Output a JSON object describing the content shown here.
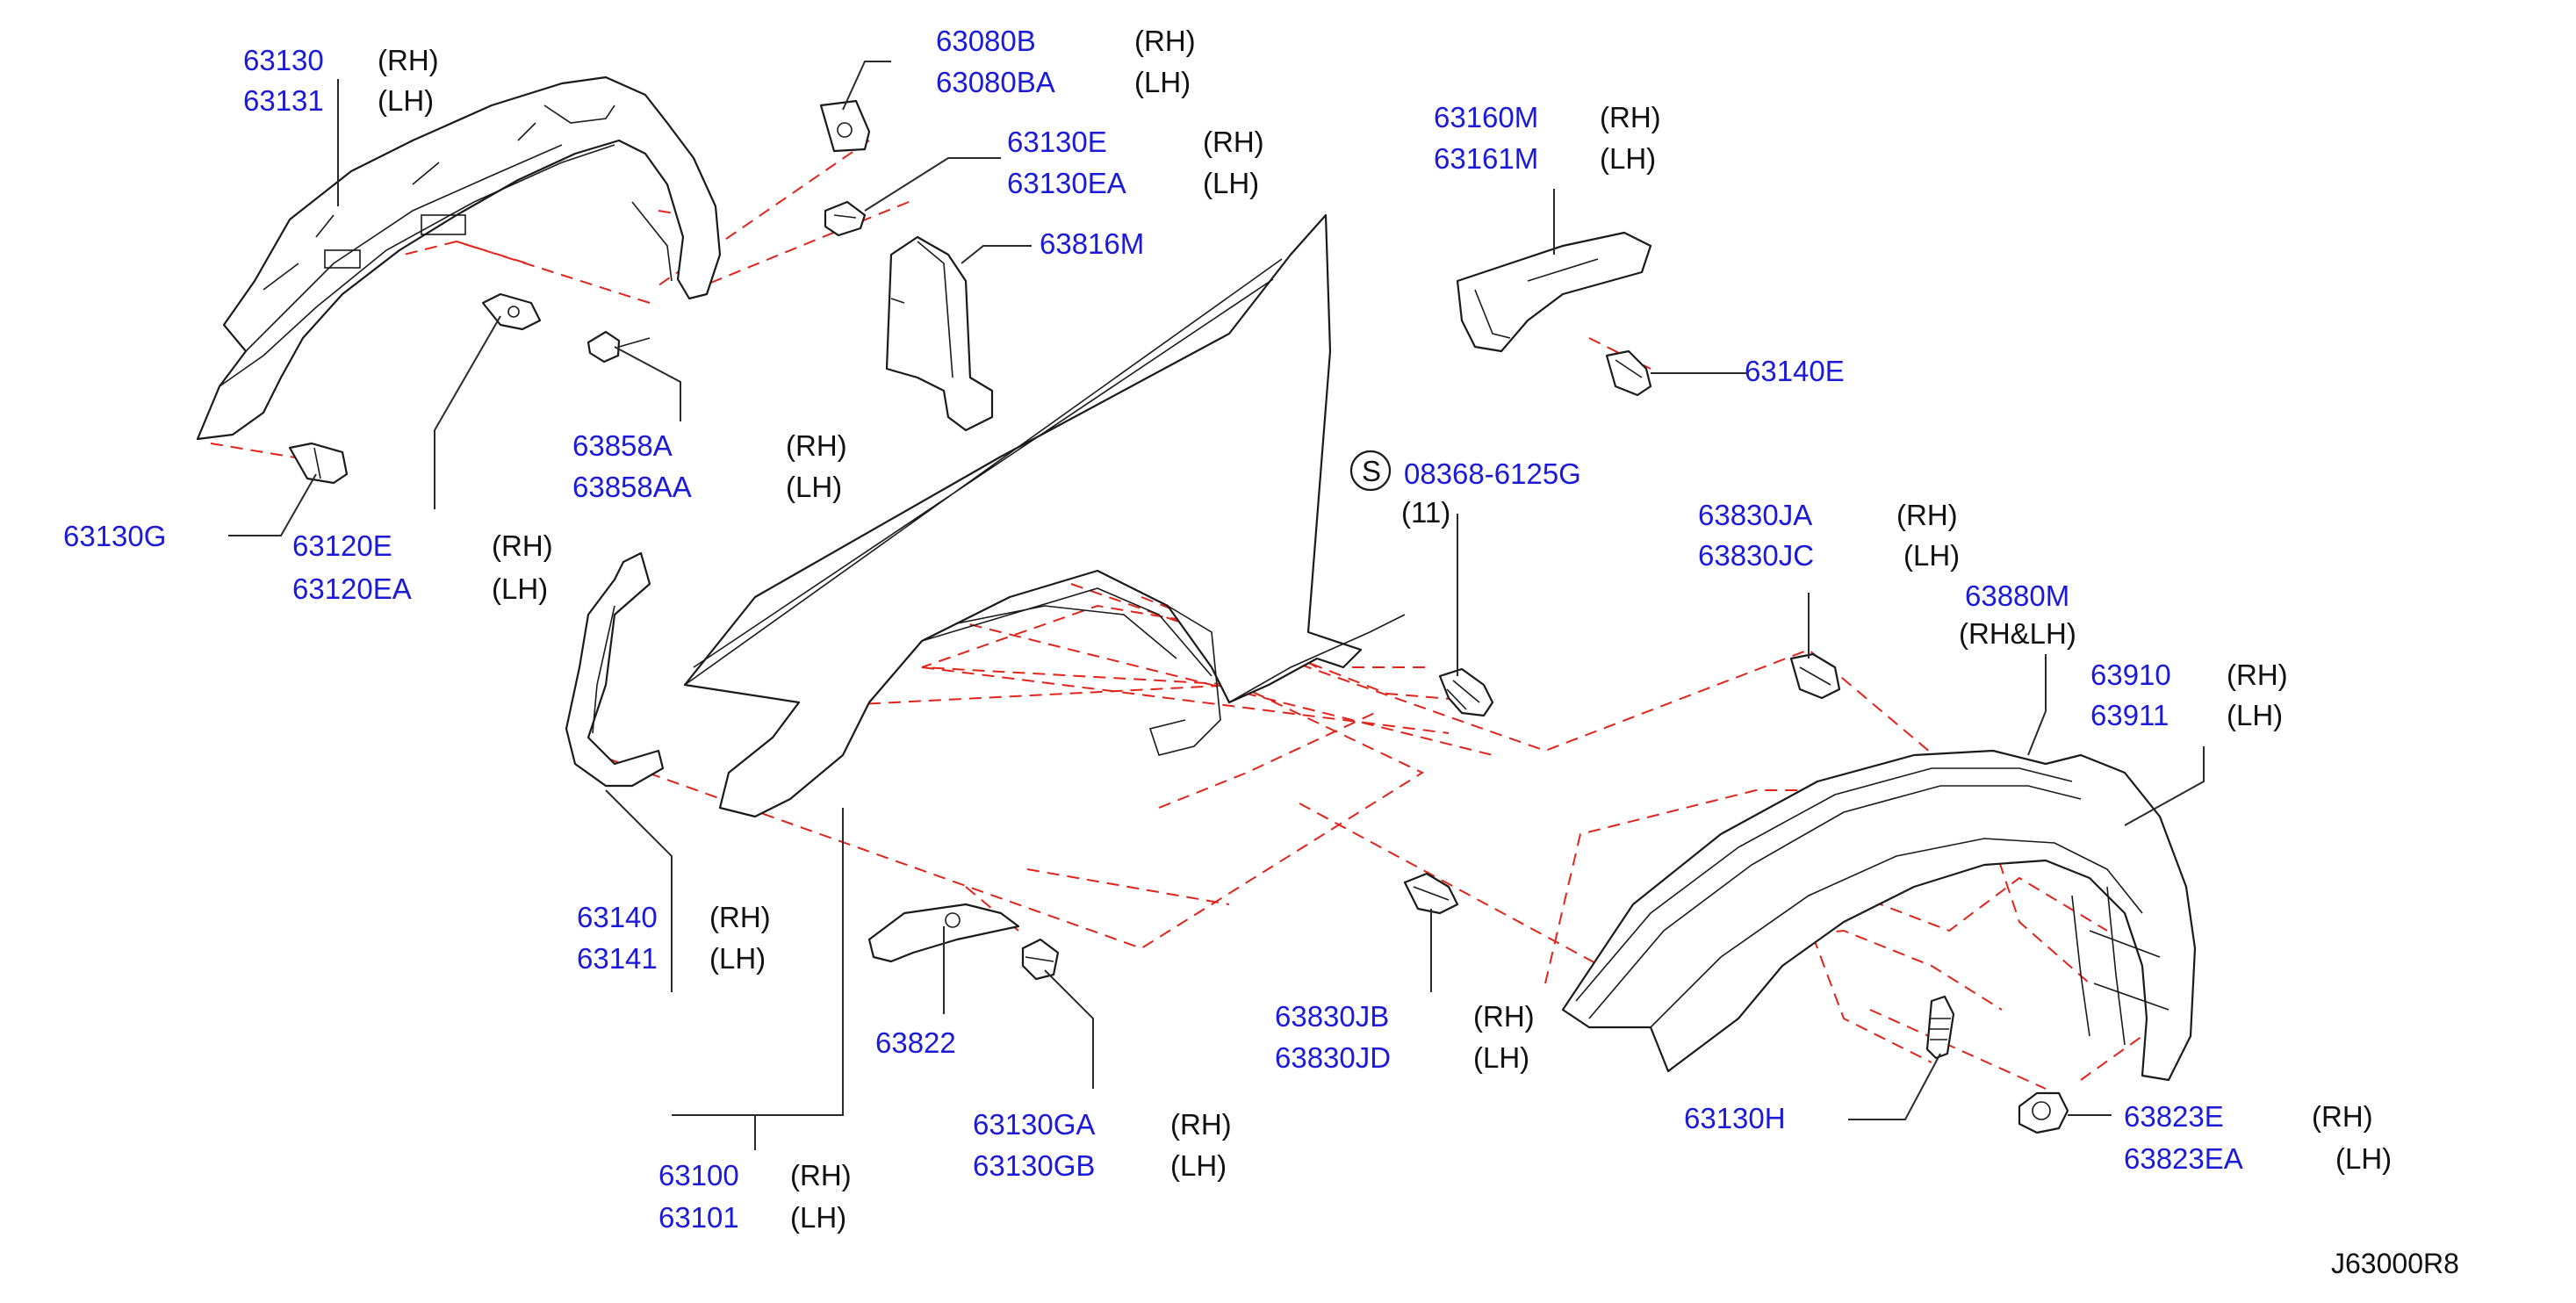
{
  "diagram_ref": "J63000R8",
  "accent_color": "#1a1ad8",
  "dash_color": "#e2231a",
  "callouts": {
    "c63130": {
      "pn": [
        "63130",
        "63131"
      ],
      "side": [
        "(RH)",
        "(LH)"
      ]
    },
    "c63080B": {
      "pn": [
        "63080B",
        "63080BA"
      ],
      "side": [
        "(RH)",
        "(LH)"
      ]
    },
    "c63130E": {
      "pn": [
        "63130E",
        "63130EA"
      ],
      "side": [
        "(RH)",
        "(LH)"
      ]
    },
    "c63816M": {
      "pn": [
        "63816M"
      ]
    },
    "c63160M": {
      "pn": [
        "63160M",
        "63161M"
      ],
      "side": [
        "(RH)",
        "(LH)"
      ]
    },
    "c63140E": {
      "pn": [
        "63140E"
      ]
    },
    "c63858A": {
      "pn": [
        "63858A",
        "63858AA"
      ],
      "side": [
        "(RH)",
        "(LH)"
      ]
    },
    "c63130G": {
      "pn": [
        "63130G"
      ]
    },
    "c63120E": {
      "pn": [
        "63120E",
        "63120EA"
      ],
      "side": [
        "(RH)",
        "(LH)"
      ]
    },
    "c08368": {
      "symbol": "S",
      "pn": [
        "08368-6125G"
      ],
      "qty": "(11)"
    },
    "c63830JA": {
      "pn": [
        "63830JA",
        "63830JC"
      ],
      "side": [
        "(RH)",
        "(LH)"
      ]
    },
    "c63880M": {
      "pn": [
        "63880M"
      ],
      "side": [
        "(RH&LH)"
      ]
    },
    "c63910": {
      "pn": [
        "63910",
        "63911"
      ],
      "side": [
        "(RH)",
        "(LH)"
      ]
    },
    "c63140": {
      "pn": [
        "63140",
        "63141"
      ],
      "side": [
        "(RH)",
        "(LH)"
      ]
    },
    "c63822": {
      "pn": [
        "63822"
      ]
    },
    "c63830JB": {
      "pn": [
        "63830JB",
        "63830JD"
      ],
      "side": [
        "(RH)",
        "(LH)"
      ]
    },
    "c63130GA": {
      "pn": [
        "63130GA",
        "63130GB"
      ],
      "side": [
        "(RH)",
        "(LH)"
      ]
    },
    "c63100": {
      "pn": [
        "63100",
        "63101"
      ],
      "side": [
        "(RH)",
        "(LH)"
      ]
    },
    "c63130H": {
      "pn": [
        "63130H"
      ]
    },
    "c63823E": {
      "pn": [
        "63823E",
        "63823EA"
      ],
      "side": [
        "(RH)",
        "(LH)"
      ]
    }
  }
}
